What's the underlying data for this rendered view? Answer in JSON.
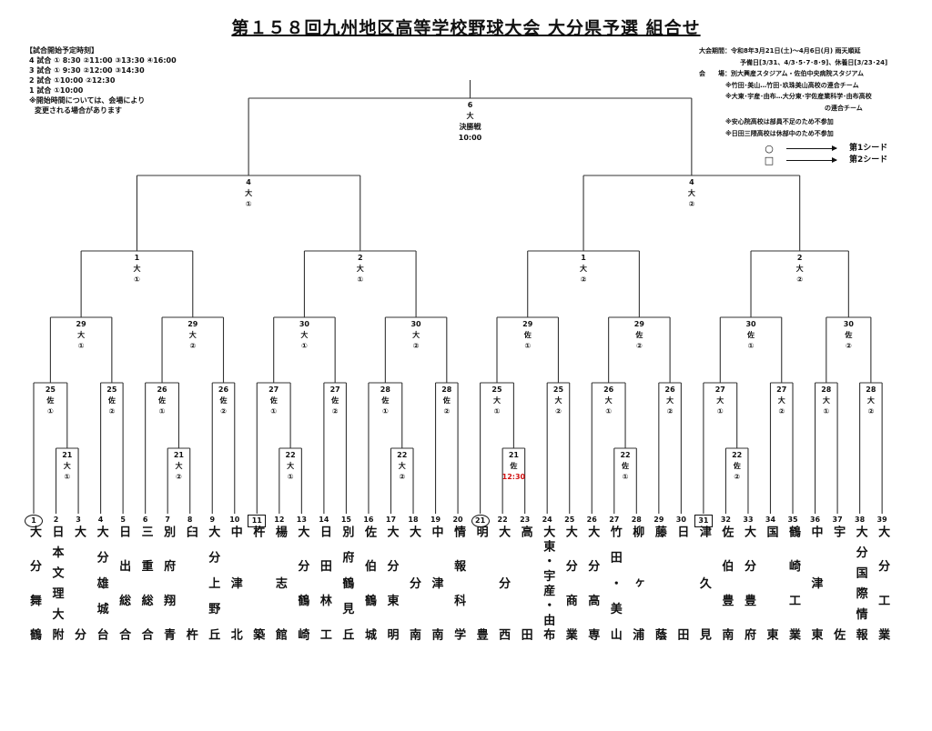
{
  "title": "第１５８回九州地区高等学校野球大会 大分県予選 組合せ",
  "schedule": {
    "heading": "【試合開始予定時刻】",
    "lines": [
      "4 試合 ① 8:30 ②11:00 ③13:30 ④16:00",
      "3 試合 ① 9:30 ②12:00 ③14:30",
      "2 試合 ①10:00 ②12:30",
      "1 試合 ①10:00"
    ],
    "note1": "※開始時間については、会場により",
    "note2": "変更される場合があります"
  },
  "info": {
    "period": "大会期間：令和8年3月21日(土)～4月6日(月) 雨天順延",
    "reserve": "予備日[3/31、4/3･5･7･8･9]、休養日[3/23･24]",
    "venue": "会　　場：別大興産スタジアム・佐伯中央病院スタジアム",
    "joint1": "※竹田･美山…竹田･玖珠美山高校の連合チーム",
    "joint2": "※大東･宇産･由布…大分東･宇佐産業科学･由布高校",
    "joint2b": "の連合チーム",
    "absent1": "※安心院高校は部員不足のため不参加",
    "absent2": "※日田三隈高校は休部中のため不参加"
  },
  "legend": [
    {
      "symbol": "○",
      "label": "第1シード"
    },
    {
      "symbol": "□",
      "label": "第2シード"
    }
  ],
  "teams": [
    {
      "no": "1",
      "name": "大分舞鶴",
      "seed": "circle"
    },
    {
      "no": "2",
      "name": "日本文理大附",
      "seed": ""
    },
    {
      "no": "3",
      "name": "大分",
      "seed": ""
    },
    {
      "no": "4",
      "name": "大分雄城台",
      "seed": ""
    },
    {
      "no": "5",
      "name": "日出総合",
      "seed": ""
    },
    {
      "no": "6",
      "name": "三重総合",
      "seed": ""
    },
    {
      "no": "7",
      "name": "別府翔青",
      "seed": ""
    },
    {
      "no": "8",
      "name": "臼杵",
      "seed": ""
    },
    {
      "no": "9",
      "name": "大分上野丘",
      "seed": ""
    },
    {
      "no": "10",
      "name": "中津北",
      "seed": ""
    },
    {
      "no": "11",
      "name": "杵築",
      "seed": "square"
    },
    {
      "no": "12",
      "name": "楊志館",
      "seed": ""
    },
    {
      "no": "13",
      "name": "大分鶴崎",
      "seed": ""
    },
    {
      "no": "14",
      "name": "日田林工",
      "seed": ""
    },
    {
      "no": "15",
      "name": "別府鶴見丘",
      "seed": ""
    },
    {
      "no": "16",
      "name": "佐伯鶴城",
      "seed": ""
    },
    {
      "no": "17",
      "name": "大分東明",
      "seed": ""
    },
    {
      "no": "18",
      "name": "大分南",
      "seed": ""
    },
    {
      "no": "19",
      "name": "中津南",
      "seed": ""
    },
    {
      "no": "20",
      "name": "情報科学",
      "seed": ""
    },
    {
      "no": "21",
      "name": "明豊",
      "seed": "circle"
    },
    {
      "no": "22",
      "name": "大分西",
      "seed": ""
    },
    {
      "no": "23",
      "name": "高田",
      "seed": ""
    },
    {
      "no": "24",
      "name": "大東・宇産・由布",
      "seed": ""
    },
    {
      "no": "25",
      "name": "大分商業",
      "seed": ""
    },
    {
      "no": "26",
      "name": "大分高専",
      "seed": ""
    },
    {
      "no": "27",
      "name": "竹田・美山",
      "seed": ""
    },
    {
      "no": "28",
      "name": "柳ヶ浦",
      "seed": ""
    },
    {
      "no": "29",
      "name": "藤蔭",
      "seed": ""
    },
    {
      "no": "30",
      "name": "日田",
      "seed": ""
    },
    {
      "no": "31",
      "name": "津久見",
      "seed": "square"
    },
    {
      "no": "32",
      "name": "佐伯豊南",
      "seed": ""
    },
    {
      "no": "33",
      "name": "大分豊府",
      "seed": ""
    },
    {
      "no": "34",
      "name": "国東",
      "seed": ""
    },
    {
      "no": "35",
      "name": "鶴崎工業",
      "seed": ""
    },
    {
      "no": "36",
      "name": "中津東",
      "seed": ""
    },
    {
      "no": "37",
      "name": "宇佐",
      "seed": ""
    },
    {
      "no": "38",
      "name": "大分国際情報",
      "seed": ""
    },
    {
      "no": "39",
      "name": "大分工業",
      "seed": ""
    }
  ],
  "matches": [
    {
      "id": "A1",
      "round": 1,
      "date": "21",
      "venue": "大",
      "slot": "①",
      "a": "t2",
      "b": "t3"
    },
    {
      "id": "A2",
      "round": 2,
      "date": "25",
      "venue": "佐",
      "slot": "①",
      "a": "t1",
      "b": "A1"
    },
    {
      "id": "A3",
      "round": 2,
      "date": "25",
      "venue": "佐",
      "slot": "②",
      "a": "t4",
      "b": "t5"
    },
    {
      "id": "A4",
      "round": 3,
      "date": "29",
      "venue": "大",
      "slot": "①",
      "a": "A2",
      "b": "A3"
    },
    {
      "id": "B1",
      "round": 1,
      "date": "21",
      "venue": "大",
      "slot": "②",
      "a": "t7",
      "b": "t8"
    },
    {
      "id": "B2",
      "round": 2,
      "date": "26",
      "venue": "佐",
      "slot": "①",
      "a": "t6",
      "b": "B1"
    },
    {
      "id": "B3",
      "round": 2,
      "date": "26",
      "venue": "佐",
      "slot": "②",
      "a": "t9",
      "b": "t10"
    },
    {
      "id": "B4",
      "round": 3,
      "date": "29",
      "venue": "大",
      "slot": "②",
      "a": "B2",
      "b": "B3"
    },
    {
      "id": "L1",
      "round": 4,
      "date": "1",
      "venue": "大",
      "slot": "①",
      "a": "A4",
      "b": "B4"
    },
    {
      "id": "C1",
      "round": 1,
      "date": "22",
      "venue": "大",
      "slot": "①",
      "a": "t12",
      "b": "t13"
    },
    {
      "id": "C2",
      "round": 2,
      "date": "27",
      "venue": "佐",
      "slot": "①",
      "a": "t11",
      "b": "C1"
    },
    {
      "id": "C3",
      "round": 2,
      "date": "27",
      "venue": "佐",
      "slot": "②",
      "a": "t14",
      "b": "t15"
    },
    {
      "id": "C4",
      "round": 3,
      "date": "30",
      "venue": "大",
      "slot": "①",
      "a": "C2",
      "b": "C3"
    },
    {
      "id": "D1",
      "round": 1,
      "date": "22",
      "venue": "大",
      "slot": "②",
      "a": "t17",
      "b": "t18"
    },
    {
      "id": "D2",
      "round": 2,
      "date": "28",
      "venue": "佐",
      "slot": "①",
      "a": "t16",
      "b": "D1"
    },
    {
      "id": "D3",
      "round": 2,
      "date": "28",
      "venue": "佐",
      "slot": "②",
      "a": "t19",
      "b": "t20"
    },
    {
      "id": "D4",
      "round": 3,
      "date": "30",
      "venue": "大",
      "slot": "②",
      "a": "D2",
      "b": "D3"
    },
    {
      "id": "L2",
      "round": 4,
      "date": "2",
      "venue": "大",
      "slot": "①",
      "a": "C4",
      "b": "D4"
    },
    {
      "id": "L3",
      "round": 5,
      "date": "4",
      "venue": "大",
      "slot": "①",
      "a": "L1",
      "b": "L2"
    },
    {
      "id": "E1",
      "round": 1,
      "date": "21",
      "venue": "佐",
      "slot": "",
      "time": "12:30",
      "time_color": "#d01010",
      "a": "t22",
      "b": "t23"
    },
    {
      "id": "E2",
      "round": 2,
      "date": "25",
      "venue": "大",
      "slot": "①",
      "a": "t21",
      "b": "E1"
    },
    {
      "id": "E3",
      "round": 2,
      "date": "25",
      "venue": "大",
      "slot": "②",
      "a": "t24",
      "b": "t25"
    },
    {
      "id": "E4",
      "round": 3,
      "date": "29",
      "venue": "佐",
      "slot": "①",
      "a": "E2",
      "b": "E3"
    },
    {
      "id": "F1",
      "round": 1,
      "date": "22",
      "venue": "佐",
      "slot": "①",
      "a": "t27",
      "b": "t28"
    },
    {
      "id": "F2",
      "round": 2,
      "date": "26",
      "venue": "大",
      "slot": "①",
      "a": "t26",
      "b": "F1"
    },
    {
      "id": "F3",
      "round": 2,
      "date": "26",
      "venue": "大",
      "slot": "②",
      "a": "t29",
      "b": "t30"
    },
    {
      "id": "F4",
      "round": 3,
      "date": "29",
      "venue": "佐",
      "slot": "②",
      "a": "F2",
      "b": "F3"
    },
    {
      "id": "R1",
      "round": 4,
      "date": "1",
      "venue": "大",
      "slot": "②",
      "a": "E4",
      "b": "F4"
    },
    {
      "id": "G1",
      "round": 1,
      "date": "22",
      "venue": "佐",
      "slot": "②",
      "a": "t32",
      "b": "t33"
    },
    {
      "id": "G2",
      "round": 2,
      "date": "27",
      "venue": "大",
      "slot": "①",
      "a": "t31",
      "b": "G1"
    },
    {
      "id": "G3",
      "round": 2,
      "date": "27",
      "venue": "大",
      "slot": "②",
      "a": "t34",
      "b": "t35"
    },
    {
      "id": "G4",
      "round": 3,
      "date": "30",
      "venue": "佐",
      "slot": "①",
      "a": "G2",
      "b": "G3"
    },
    {
      "id": "H2",
      "round": 2,
      "date": "28",
      "venue": "大",
      "slot": "①",
      "a": "t36",
      "b": "t37"
    },
    {
      "id": "H3",
      "round": 2,
      "date": "28",
      "venue": "大",
      "slot": "②",
      "a": "t38",
      "b": "t39"
    },
    {
      "id": "H4",
      "round": 3,
      "date": "30",
      "venue": "佐",
      "slot": "②",
      "a": "H2",
      "b": "H3"
    },
    {
      "id": "R2",
      "round": 4,
      "date": "2",
      "venue": "大",
      "slot": "②",
      "a": "G4",
      "b": "H4"
    },
    {
      "id": "R3",
      "round": 5,
      "date": "4",
      "venue": "大",
      "slot": "②",
      "a": "R1",
      "b": "R2"
    },
    {
      "id": "FINAL",
      "round": 6,
      "date": "6",
      "venue": "大",
      "slot": "決勝戦",
      "time": "10:00",
      "a": "L3",
      "b": "R3"
    }
  ]
}
